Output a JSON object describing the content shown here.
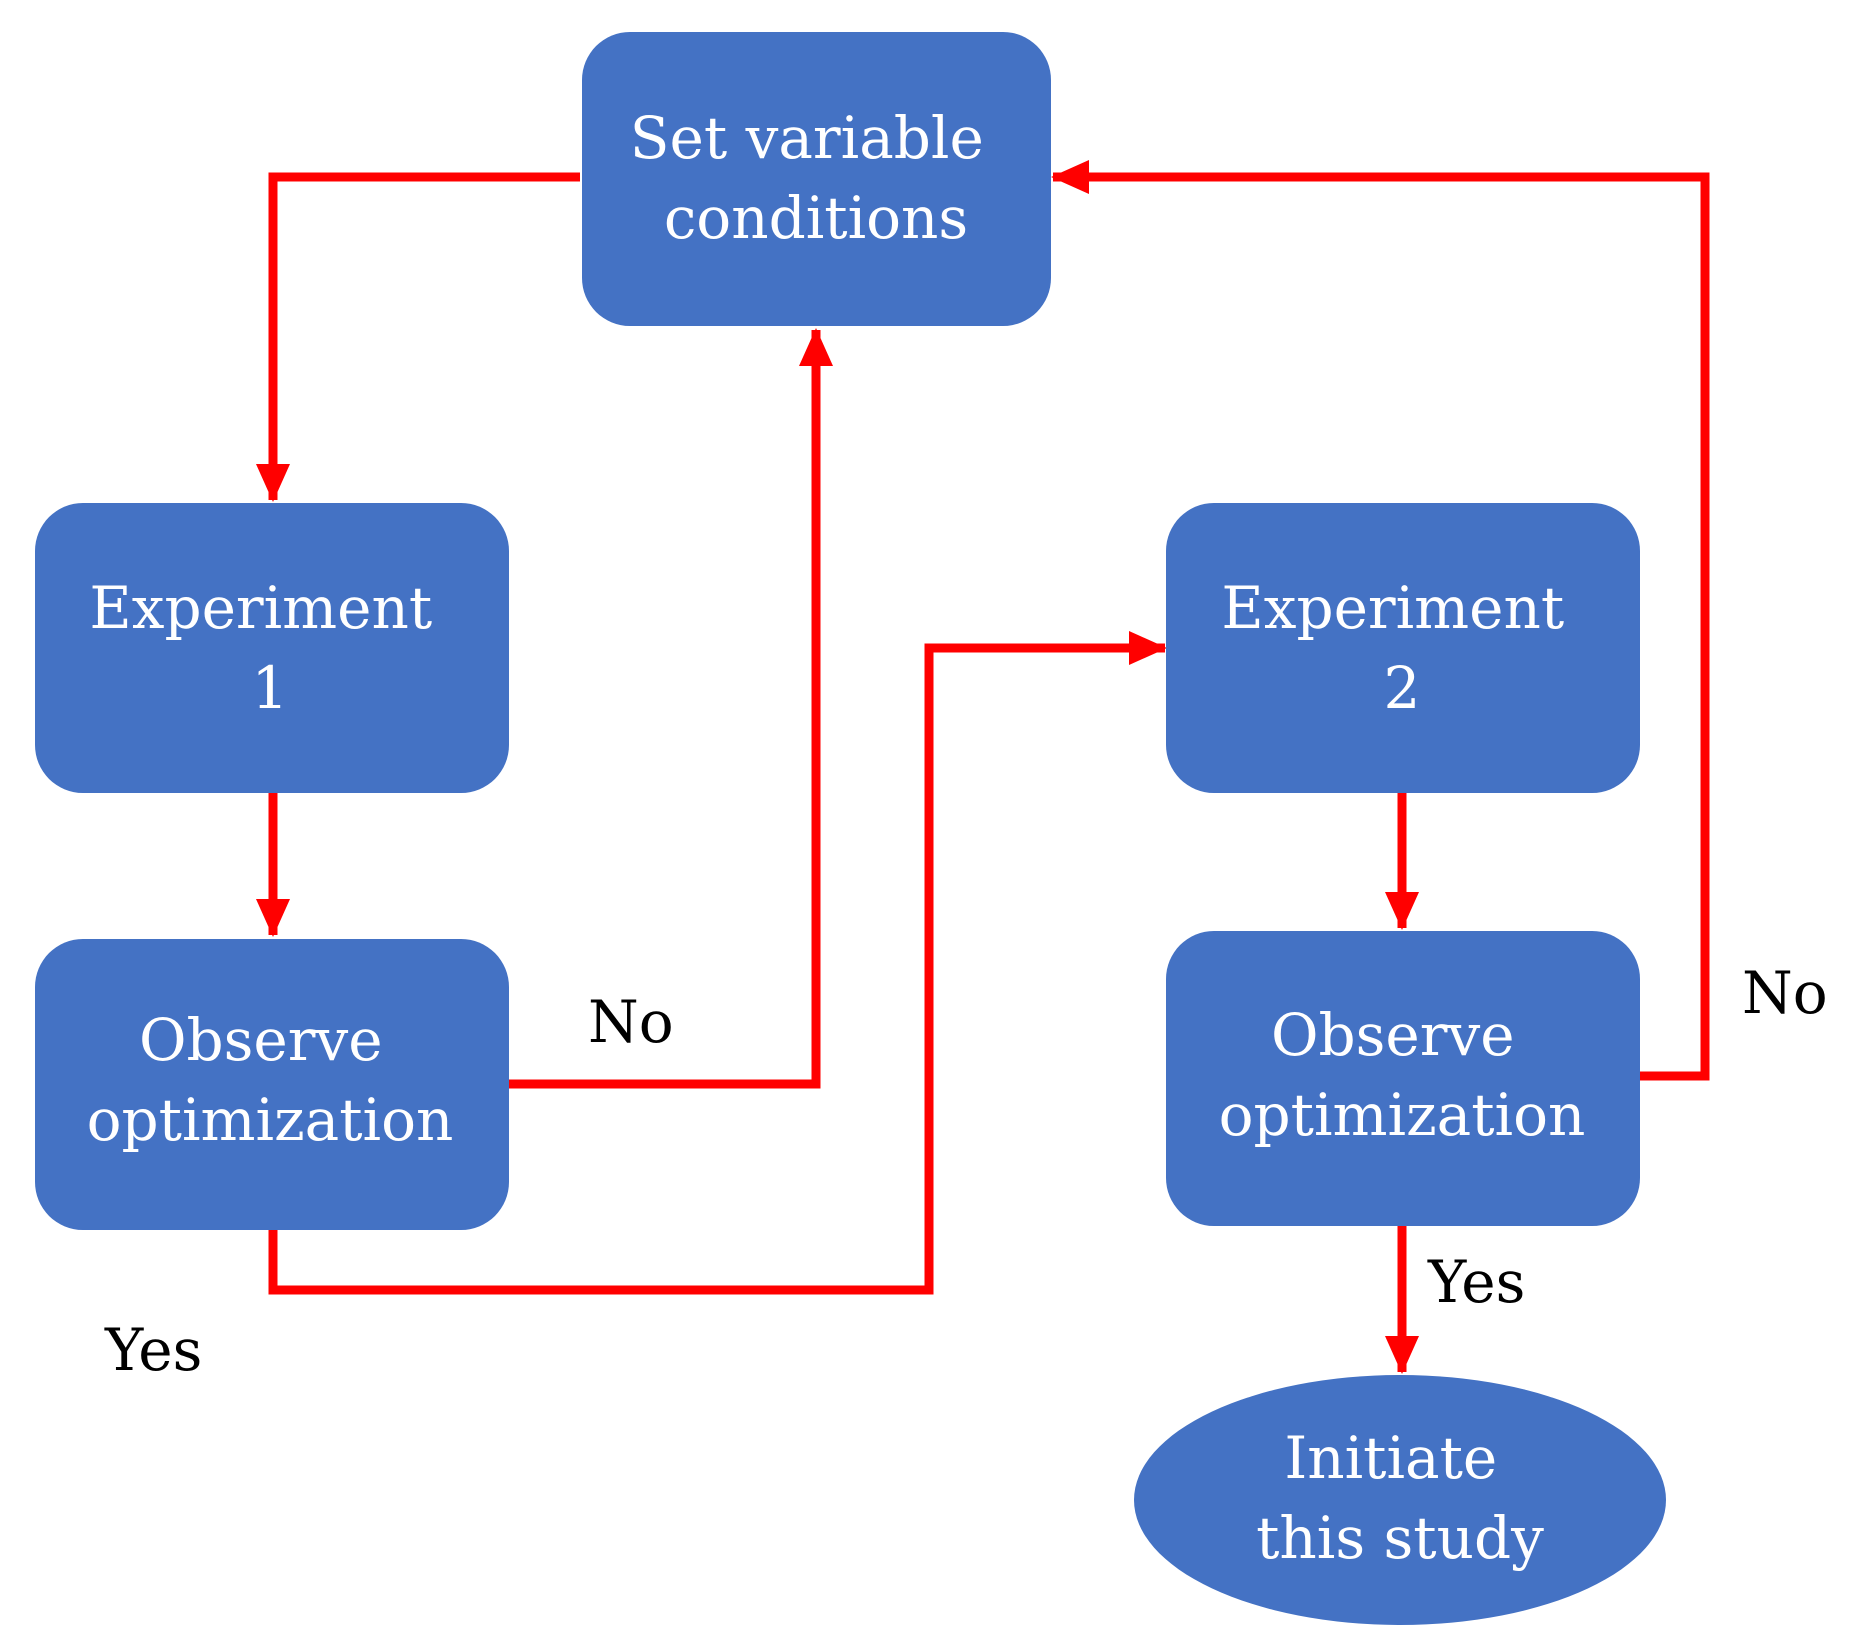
{
  "colors": {
    "node_fill": "#4472C4",
    "arrow": "#FF0000",
    "label_text": "#000000",
    "node_text": "#FFFFFF"
  },
  "nodes": {
    "set_variable": {
      "shape": "rounded-rectangle",
      "lines": [
        "Set variable",
        "conditions"
      ]
    },
    "experiment_1": {
      "shape": "rounded-rectangle",
      "lines": [
        "Experiment",
        "1"
      ]
    },
    "observe_1": {
      "shape": "rounded-rectangle",
      "lines": [
        "Observe",
        "optimization"
      ]
    },
    "experiment_2": {
      "shape": "rounded-rectangle",
      "lines": [
        "Experiment",
        "2"
      ]
    },
    "observe_2": {
      "shape": "rounded-rectangle",
      "lines": [
        "Observe",
        "optimization"
      ]
    },
    "initiate": {
      "shape": "ellipse",
      "lines": [
        "Initiate",
        "this study"
      ]
    }
  },
  "edges": [
    {
      "from": "set_variable",
      "to": "experiment_1",
      "label": ""
    },
    {
      "from": "experiment_1",
      "to": "observe_1",
      "label": ""
    },
    {
      "from": "observe_1",
      "to": "set_variable",
      "label": "No"
    },
    {
      "from": "observe_1",
      "to": "experiment_2",
      "label": "Yes"
    },
    {
      "from": "experiment_2",
      "to": "observe_2",
      "label": ""
    },
    {
      "from": "observe_2",
      "to": "set_variable",
      "label": "No"
    },
    {
      "from": "observe_2",
      "to": "initiate",
      "label": "Yes"
    }
  ]
}
